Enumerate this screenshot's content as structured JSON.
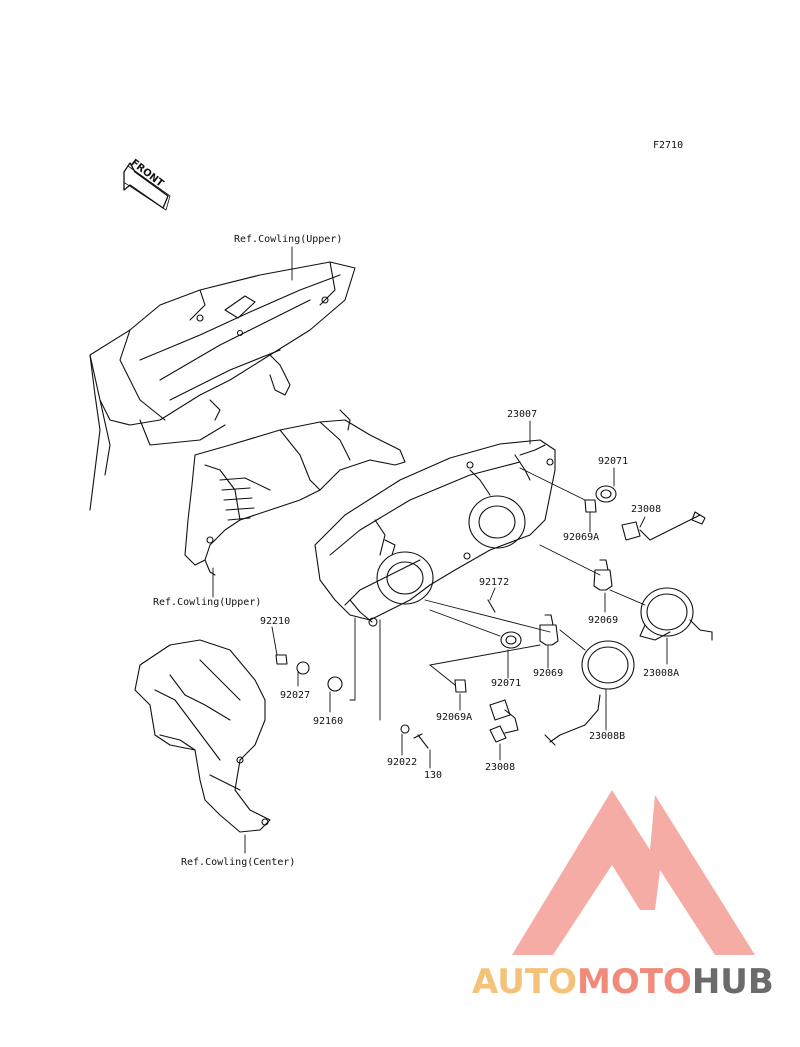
{
  "figure_code": "F2710",
  "front_label": "FRONT",
  "refs": {
    "cowling_upper_top": "Ref.Cowling(Upper)",
    "cowling_upper_mid": "Ref.Cowling(Upper)",
    "cowling_center": "Ref.Cowling(Center)"
  },
  "parts": {
    "p23007": "23007",
    "p92071_a": "92071",
    "p23008_a": "23008",
    "p92069A_a": "92069A",
    "p92172": "92172",
    "p92069_a": "92069",
    "p23008A": "23008A",
    "p92210": "92210",
    "p92027": "92027",
    "p92160": "92160",
    "p92071_b": "92071",
    "p92069_b": "92069",
    "p23008B": "23008B",
    "p92069A_b": "92069A",
    "p92022": "92022",
    "p130": "130",
    "p23008_b": "23008"
  },
  "watermark": {
    "part1": "AUTO",
    "part2": "MOTO",
    "part3": "HUB",
    "colors": {
      "auto": "#f5c27a",
      "moto": "#f08a7a",
      "hub": "#6b6b6b",
      "triangle": "#f4a39a"
    }
  }
}
